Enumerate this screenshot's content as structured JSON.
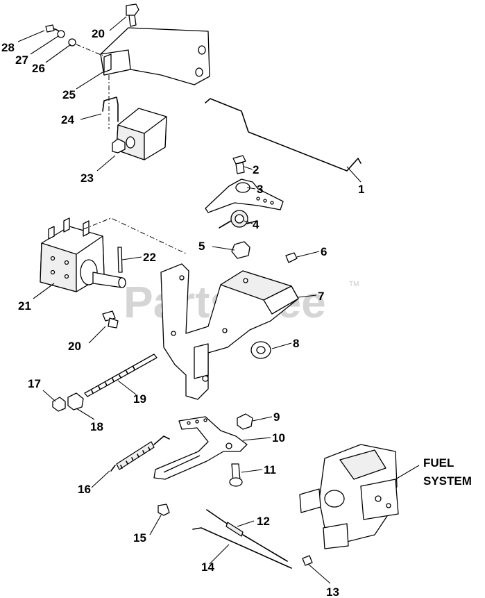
{
  "watermark": {
    "text": "PartsTree",
    "trademark": "TM"
  },
  "callouts": {
    "c1": "1",
    "c2": "2",
    "c3": "3",
    "c4": "4",
    "c5": "5",
    "c6": "6",
    "c7": "7",
    "c8": "8",
    "c9": "9",
    "c10": "10",
    "c11": "11",
    "c12": "12",
    "c13": "13",
    "c14": "14",
    "c15": "15",
    "c16": "16",
    "c17": "17",
    "c18": "18",
    "c19": "19",
    "c20a": "20",
    "c20b": "20",
    "c21": "21",
    "c22": "22",
    "c23": "23",
    "c24": "24",
    "c25": "25",
    "c26": "26",
    "c27": "27",
    "c28": "28"
  },
  "fuel_system": {
    "line1": "FUEL",
    "line2": "SYSTEM"
  }
}
